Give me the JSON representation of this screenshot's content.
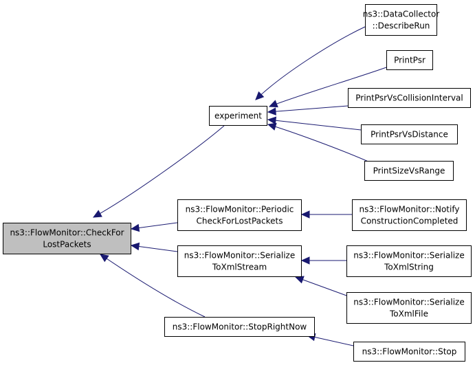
{
  "colors": {
    "edge": "#191970",
    "root_fill": "#bfbfbf",
    "node_fill": "#ffffff",
    "border": "#000000"
  },
  "nodes": {
    "check_for_lost_packets": {
      "lines": [
        "ns3::FlowMonitor::CheckFor",
        "LostPackets"
      ]
    },
    "experiment": {
      "lines": [
        "experiment"
      ]
    },
    "periodic_check": {
      "lines": [
        "ns3::FlowMonitor::Periodic",
        "CheckForLostPackets"
      ]
    },
    "serialize_to_xml_stream": {
      "lines": [
        "ns3::FlowMonitor::Serialize",
        "ToXmlStream"
      ]
    },
    "stop_right_now": {
      "lines": [
        "ns3::FlowMonitor::StopRightNow"
      ]
    },
    "describe_run": {
      "lines": [
        "ns3::DataCollector",
        "::DescribeRun"
      ]
    },
    "print_psr": {
      "lines": [
        "PrintPsr"
      ]
    },
    "print_psr_vs_collision_interval": {
      "lines": [
        "PrintPsrVsCollisionInterval"
      ]
    },
    "print_psr_vs_distance": {
      "lines": [
        "PrintPsrVsDistance"
      ]
    },
    "print_size_vs_range": {
      "lines": [
        "PrintSizeVsRange"
      ]
    },
    "notify_construction_completed": {
      "lines": [
        "ns3::FlowMonitor::Notify",
        "ConstructionCompleted"
      ]
    },
    "serialize_to_xml_string": {
      "lines": [
        "ns3::FlowMonitor::Serialize",
        "ToXmlString"
      ]
    },
    "serialize_to_xml_file": {
      "lines": [
        "ns3::FlowMonitor::Serialize",
        "ToXmlFile"
      ]
    },
    "stop": {
      "lines": [
        "ns3::FlowMonitor::Stop"
      ]
    }
  },
  "edges": [
    {
      "from": "experiment",
      "to": "check_for_lost_packets"
    },
    {
      "from": "periodic_check",
      "to": "check_for_lost_packets"
    },
    {
      "from": "serialize_to_xml_stream",
      "to": "check_for_lost_packets"
    },
    {
      "from": "stop_right_now",
      "to": "check_for_lost_packets"
    },
    {
      "from": "describe_run",
      "to": "experiment"
    },
    {
      "from": "print_psr",
      "to": "experiment"
    },
    {
      "from": "print_psr_vs_collision_interval",
      "to": "experiment"
    },
    {
      "from": "print_psr_vs_distance",
      "to": "experiment"
    },
    {
      "from": "print_size_vs_range",
      "to": "experiment"
    },
    {
      "from": "notify_construction_completed",
      "to": "periodic_check"
    },
    {
      "from": "serialize_to_xml_string",
      "to": "serialize_to_xml_stream"
    },
    {
      "from": "serialize_to_xml_file",
      "to": "serialize_to_xml_stream"
    },
    {
      "from": "stop",
      "to": "stop_right_now"
    }
  ]
}
